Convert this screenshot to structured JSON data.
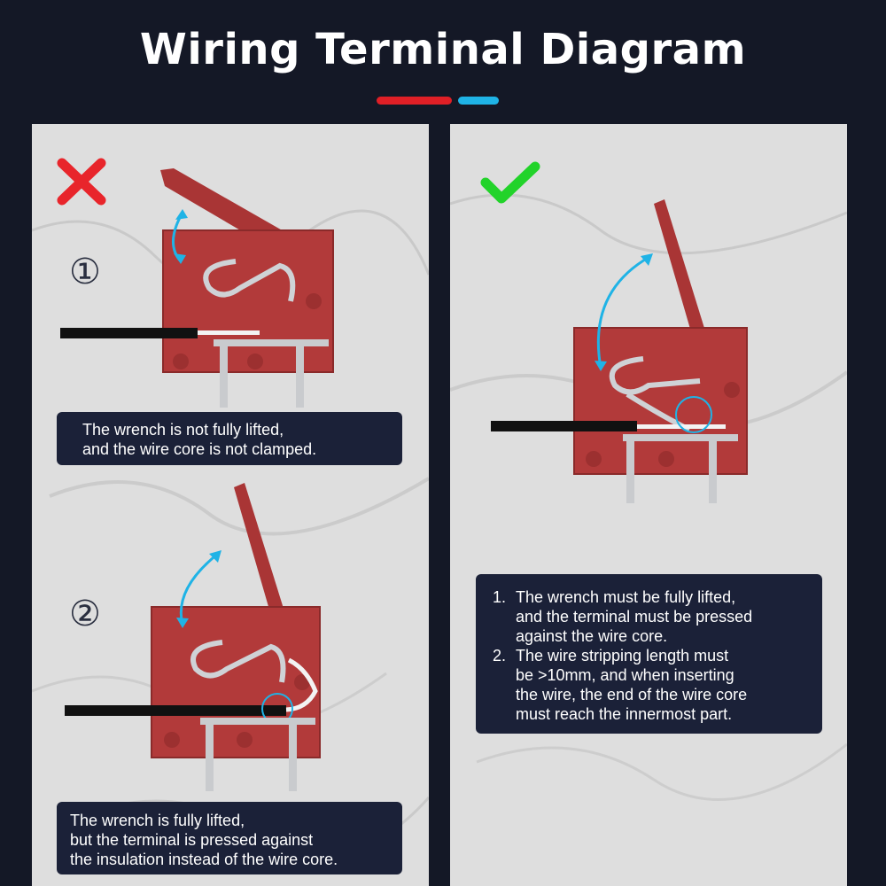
{
  "title": "Wiring Terminal Diagram",
  "colors": {
    "accent_red": "#e01f26",
    "accent_blue": "#1fb3e6",
    "terminal": "#b23a3a",
    "wrong": "#e8252b",
    "right": "#22d32a"
  },
  "wrong_panel": {
    "mark_icon": "cross-icon",
    "case1": {
      "number": "①",
      "caption_lines": [
        "The wrench is not fully lifted,",
        "and the wire core is not clamped."
      ]
    },
    "case2": {
      "number": "②",
      "caption_lines": [
        "The wrench is fully lifted,",
        "but the terminal is pressed against",
        "the insulation instead of the wire core."
      ]
    }
  },
  "right_panel": {
    "mark_icon": "check-icon",
    "instructions": [
      {
        "num": "1.",
        "lines": [
          "The wrench must be fully lifted,",
          "and the terminal must be pressed",
          "against the wire core."
        ]
      },
      {
        "num": "2.",
        "lines": [
          "The wire stripping length must",
          "be >10mm, and when inserting",
          "the wire, the end of the wire core",
          "must reach the innermost part."
        ]
      }
    ]
  }
}
